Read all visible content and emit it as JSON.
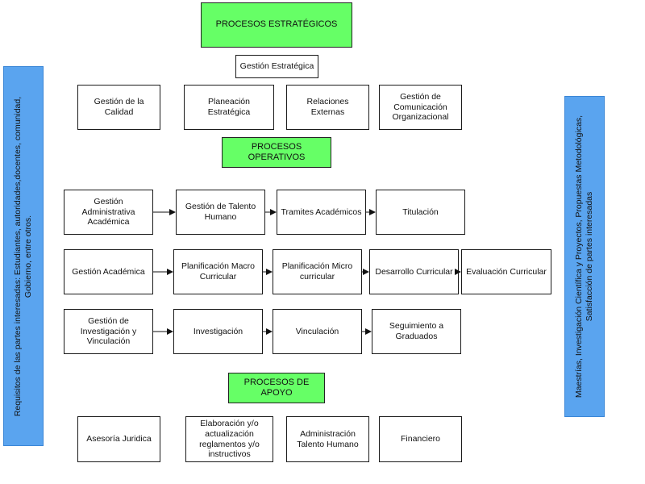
{
  "headers": {
    "estrategicos": "PROCESOS ESTRATÉGICOS",
    "operativos": "PROCESOS OPERATIVOS",
    "apoyo": "PROCESOS DE APOYO"
  },
  "estrategicos": {
    "main": "Gestión Estratégica",
    "items": [
      "Gestión de la Calidad",
      "Planeación Estratégica",
      "Relaciones Externas",
      "Gestión de Comunicación Organizacional"
    ]
  },
  "operativos": {
    "row1": [
      "Gestión Administrativa Académica",
      "Gestión de Talento Humano",
      "Tramites Académicos",
      "Titulación"
    ],
    "row2": [
      "Gestión Académica",
      "Planificación Macro Curricular",
      "Planificación Micro curricular",
      "Desarrollo Curricular",
      "Evaluación Curricular"
    ],
    "row3": [
      "Gestión de Investigación y Vinculación",
      "Investigación",
      "Vinculación",
      "Seguimiento a Graduados"
    ]
  },
  "apoyo": {
    "items": [
      "Asesoría Juridica",
      "Elaboración y/o actualización reglamentos y/o instructivos",
      "Administración Talento Humano",
      "Financiero"
    ]
  },
  "sidebars": {
    "left": "Requisitos de las partes interesadas: Estudiantes, autoridades,docentes, comunidad, Gobierno, entre otros.",
    "right": "Maestrías, Investigación Científica y Proyectos, Propuestas Metodológicas, Satisfacción de partes interesadas"
  },
  "colors": {
    "header_green": "#66ff66",
    "sidebar_blue": "#5aa4ef"
  }
}
